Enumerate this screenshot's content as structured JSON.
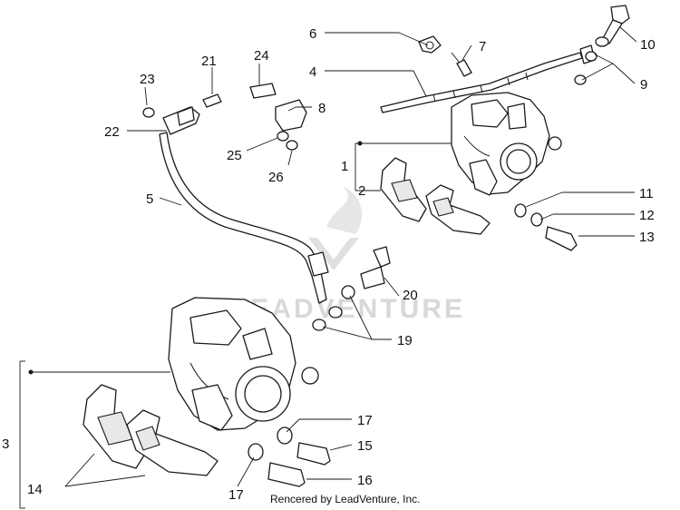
{
  "callouts": [
    "1",
    "2",
    "3",
    "4",
    "5",
    "6",
    "7",
    "8",
    "9",
    "10",
    "11",
    "12",
    "13",
    "14",
    "15",
    "16",
    "17",
    "17",
    "19",
    "20",
    "21",
    "22",
    "23",
    "24",
    "25",
    "26"
  ],
  "watermark": "LEADVENTURE",
  "credit": "Rencered by LeadVenture, Inc."
}
